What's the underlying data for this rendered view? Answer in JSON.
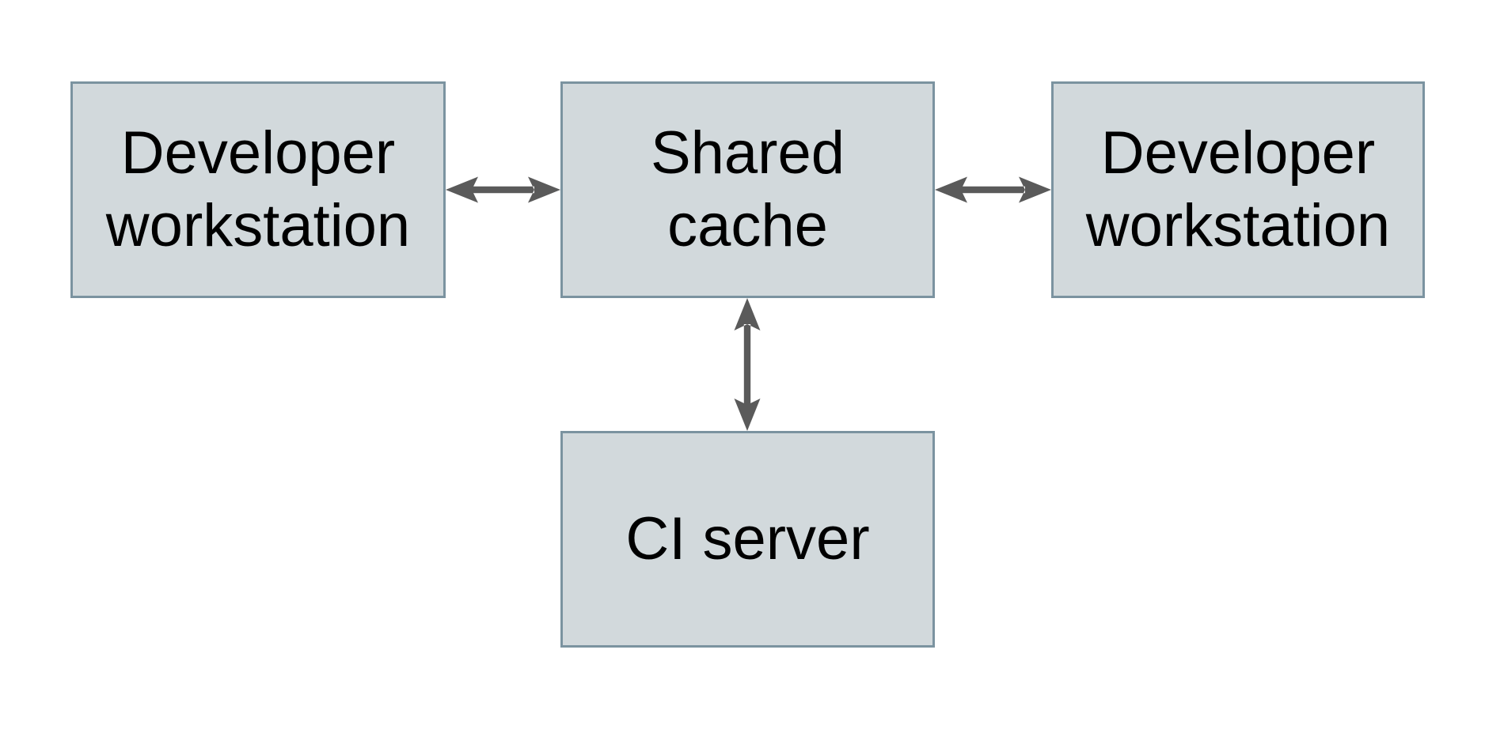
{
  "diagram": {
    "background": "#ffffff",
    "nodes": [
      {
        "id": "developer-workstation-left",
        "label": "Developer workstation",
        "lines": [
          "Developer",
          "workstation"
        ]
      },
      {
        "id": "shared-cache",
        "label": "Shared cache",
        "lines": [
          "Shared",
          "cache"
        ]
      },
      {
        "id": "developer-workstation-right",
        "label": "Developer workstation",
        "lines": [
          "Developer",
          "workstation"
        ]
      },
      {
        "id": "ci-server",
        "label": "CI server",
        "lines": [
          "CI server"
        ]
      }
    ],
    "edges": [
      {
        "from": "developer-workstation-left",
        "to": "shared-cache",
        "direction": "bidirectional",
        "orientation": "horizontal"
      },
      {
        "from": "shared-cache",
        "to": "developer-workstation-right",
        "direction": "bidirectional",
        "orientation": "horizontal"
      },
      {
        "from": "shared-cache",
        "to": "ci-server",
        "direction": "bidirectional",
        "orientation": "vertical"
      }
    ],
    "colors": {
      "node_fill": "#d2d9dc",
      "node_border": "#7b93a0",
      "arrow": "#5a5a5a",
      "text": "#000000"
    }
  }
}
